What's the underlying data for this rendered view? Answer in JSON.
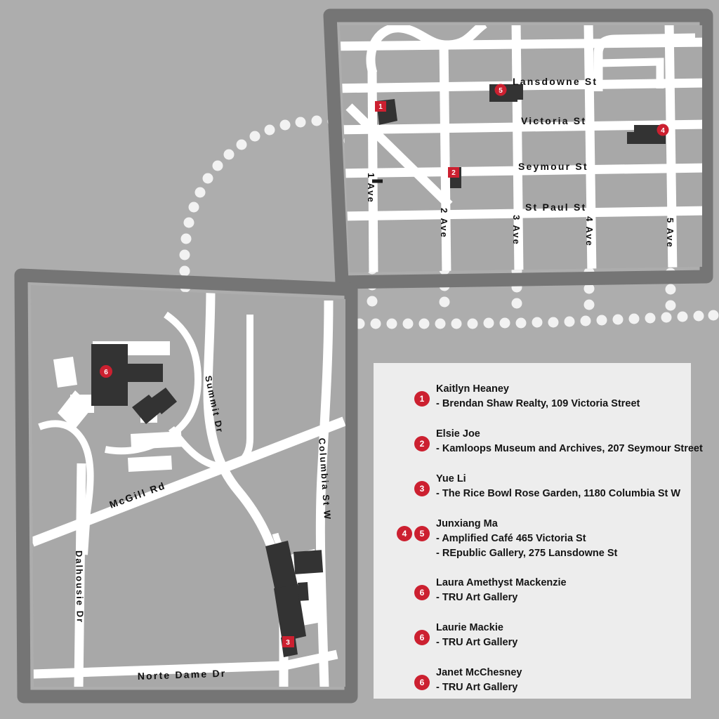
{
  "colors": {
    "page_background": "#adadad",
    "map_frame": "#757575",
    "map_fill": "#a8a8a8",
    "road": "#ffffff",
    "building": "#333333",
    "marker_red": "#cc2030",
    "legend_background": "#ededed",
    "legend_text": "#141414"
  },
  "downtown_map": {
    "name": "downtown-kamloops-map",
    "streets": [
      {
        "label": "Lansdowne St",
        "orientation": "horizontal"
      },
      {
        "label": "Victoria St",
        "orientation": "horizontal"
      },
      {
        "label": "Seymour St",
        "orientation": "horizontal"
      },
      {
        "label": "St Paul St",
        "orientation": "horizontal"
      },
      {
        "label": "1 Ave",
        "orientation": "vertical"
      },
      {
        "label": "2 Ave",
        "orientation": "vertical"
      },
      {
        "label": "3 Ave",
        "orientation": "vertical"
      },
      {
        "label": "4 Ave",
        "orientation": "vertical"
      },
      {
        "label": "5 Ave",
        "orientation": "vertical"
      }
    ],
    "markers": [
      {
        "number": "1",
        "shape": "square"
      },
      {
        "number": "2",
        "shape": "square"
      },
      {
        "number": "4",
        "shape": "circle"
      },
      {
        "number": "5",
        "shape": "circle"
      }
    ]
  },
  "campus_map": {
    "name": "tru-campus-map",
    "streets": [
      {
        "label": "Summit Dr",
        "orientation": "vertical"
      },
      {
        "label": "Columbia St W",
        "orientation": "vertical"
      },
      {
        "label": "Dalhousie Dr",
        "orientation": "vertical"
      },
      {
        "label": "McGill Rd",
        "orientation": "diagonal"
      },
      {
        "label": "Norte Dame Dr",
        "orientation": "horizontal"
      }
    ],
    "markers": [
      {
        "number": "6",
        "shape": "circle"
      },
      {
        "number": "3",
        "shape": "square"
      }
    ]
  },
  "legend": {
    "entries": [
      {
        "badges": [
          "1"
        ],
        "name": "Kaitlyn Heaney",
        "venues": [
          "- Brendan Shaw Realty, 109 Victoria Street"
        ]
      },
      {
        "badges": [
          "2"
        ],
        "name": "Elsie Joe",
        "venues": [
          "- Kamloops Museum and Archives, 207 Seymour Street"
        ]
      },
      {
        "badges": [
          "3"
        ],
        "name": "Yue Li",
        "venues": [
          "- The Rice Bowl Rose Garden, 1180 Columbia St W"
        ]
      },
      {
        "badges": [
          "4",
          "5"
        ],
        "name": "Junxiang Ma",
        "venues": [
          "- Amplified Café 465 Victoria St",
          "- REpublic Gallery, 275 Lansdowne St"
        ]
      },
      {
        "badges": [
          "6"
        ],
        "name": "Laura Amethyst Mackenzie",
        "venues": [
          "- TRU Art Gallery"
        ]
      },
      {
        "badges": [
          "6"
        ],
        "name": "Laurie Mackie",
        "venues": [
          "- TRU Art Gallery"
        ]
      },
      {
        "badges": [
          "6"
        ],
        "name": "Janet McChesney",
        "venues": [
          "- TRU Art Gallery"
        ]
      }
    ]
  }
}
